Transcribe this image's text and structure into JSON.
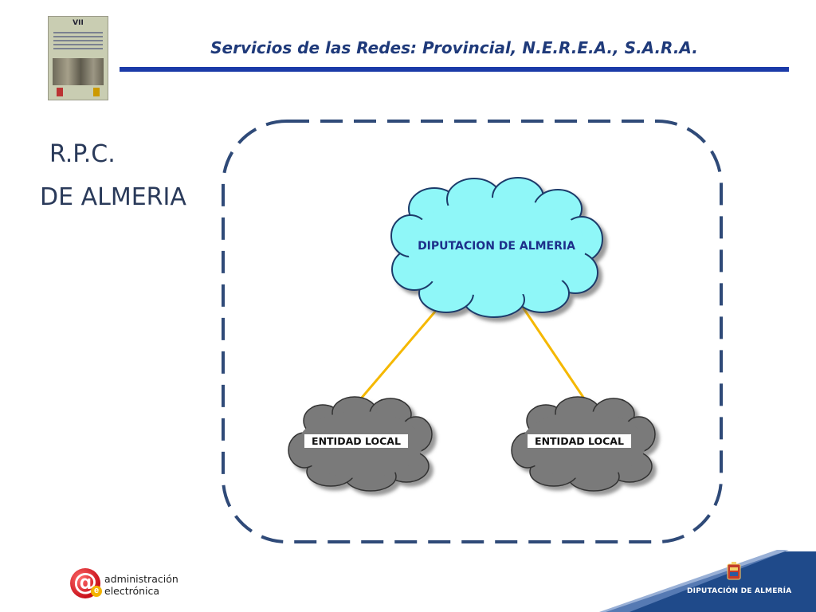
{
  "header": {
    "title": "Servicios de las Redes: Provincial, N.E.R.E.A., S.A.R.A.",
    "cover_number": "VII"
  },
  "labels": {
    "line1": "R.P.C.",
    "line2": "DE ALMERIA"
  },
  "diagram": {
    "hub": {
      "label": "DIPUTACION DE ALMERIA",
      "color": "#8ff7f8"
    },
    "nodes": [
      {
        "label": "ENTIDAD LOCAL",
        "color": "#7a7a7a"
      },
      {
        "label": "ENTIDAD LOCAL",
        "color": "#7a7a7a"
      }
    ],
    "link_color": "#f5b800",
    "frame_color": "#2f4a78"
  },
  "footer": {
    "logo_line1": "administración",
    "logo_line2": "electrónica",
    "logo_at": "@",
    "logo_e": "e",
    "org": "DIPUTACIÓN DE ALMERÍA",
    "band_color": "#1f4a8a"
  }
}
